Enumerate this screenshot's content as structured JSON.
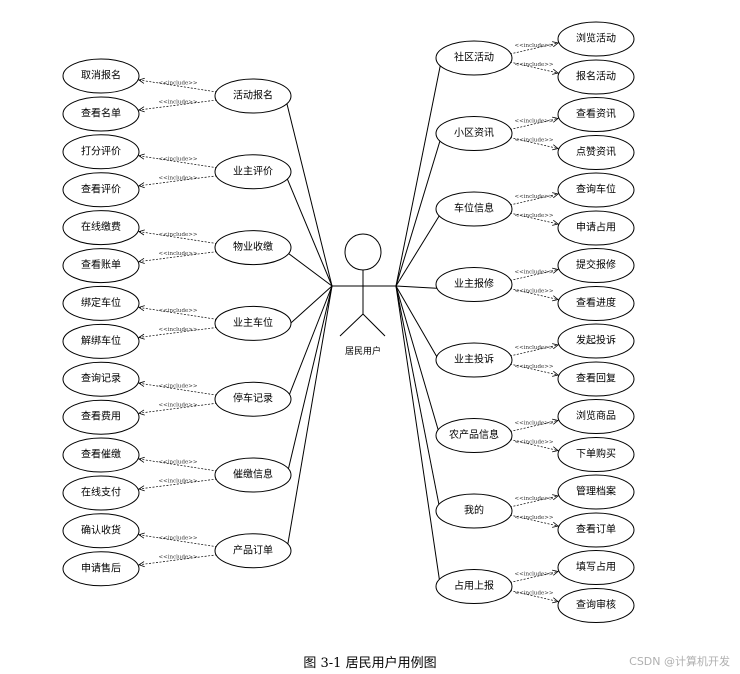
{
  "actor": {
    "label": "居民用户"
  },
  "include_label": "<<include>>",
  "left_groups": [
    {
      "main": "活动报名",
      "subs": [
        "取消报名",
        "查看名单"
      ]
    },
    {
      "main": "业主评价",
      "subs": [
        "打分评价",
        "查看评价"
      ]
    },
    {
      "main": "物业收缴",
      "subs": [
        "在线缴费",
        "查看账单"
      ]
    },
    {
      "main": "业主车位",
      "subs": [
        "绑定车位",
        "解绑车位"
      ]
    },
    {
      "main": "停车记录",
      "subs": [
        "查询记录",
        "查看费用"
      ]
    },
    {
      "main": "催缴信息",
      "subs": [
        "查看催缴",
        "在线支付"
      ]
    },
    {
      "main": "产品订单",
      "subs": [
        "确认收货",
        "申请售后"
      ]
    }
  ],
  "right_groups": [
    {
      "main": "社区活动",
      "subs": [
        "浏览活动",
        "报名活动"
      ]
    },
    {
      "main": "小区资讯",
      "subs": [
        "查看资讯",
        "点赞资讯"
      ]
    },
    {
      "main": "车位信息",
      "subs": [
        "查询车位",
        "申请占用"
      ]
    },
    {
      "main": "业主报修",
      "subs": [
        "提交报修",
        "查看进度"
      ]
    },
    {
      "main": "业主投诉",
      "subs": [
        "发起投诉",
        "查看回复"
      ]
    },
    {
      "main": "农产品信息",
      "subs": [
        "浏览商品",
        "下单购买"
      ]
    },
    {
      "main": "我的",
      "subs": [
        "管理档案",
        "查看订单"
      ]
    },
    {
      "main": "占用上报",
      "subs": [
        "填写占用",
        "查询审核"
      ]
    }
  ],
  "caption": "图 3-1  居民用户用例图",
  "watermark": "CSDN @计算机开发"
}
